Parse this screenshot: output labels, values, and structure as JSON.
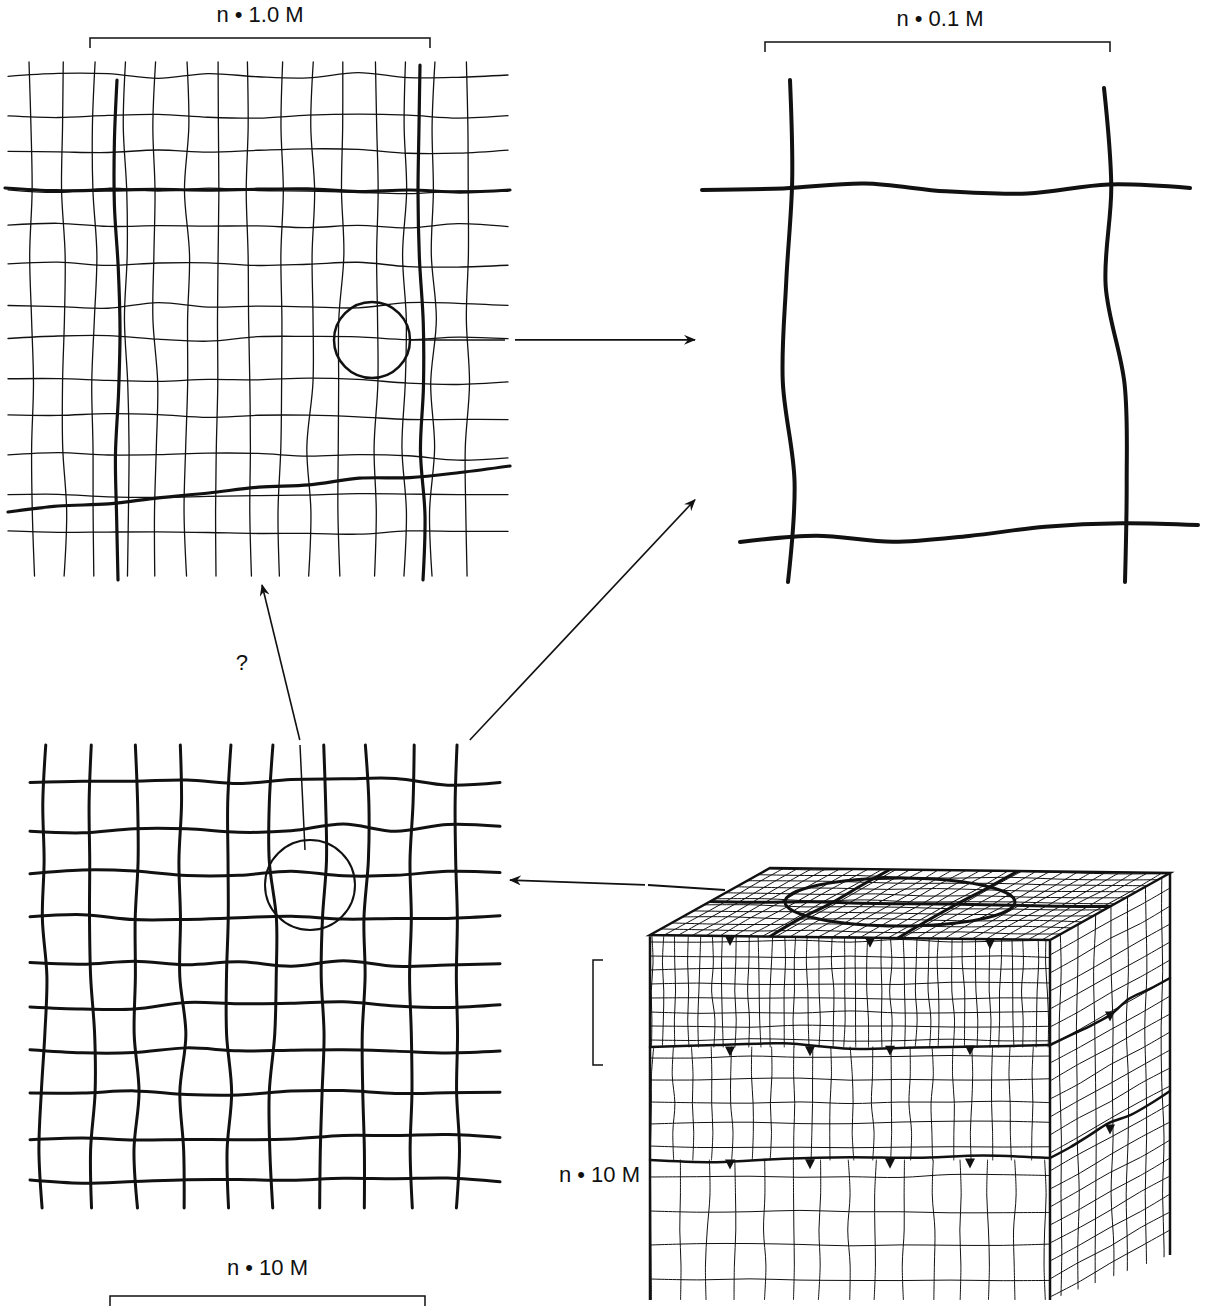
{
  "diagram": {
    "nodes": [
      {
        "text": [
          "n • 1.0 M"
        ]
      },
      {
        "text": [
          "n • 0.1 M"
        ]
      },
      {
        "text": [
          "n • 10 M"
        ]
      },
      {
        "text": [
          "n • 10 M"
        ]
      }
    ],
    "edges": [
      {
        "from": 0,
        "to": 1,
        "arrow": "to"
      },
      {
        "from": 2,
        "to": 1,
        "arrow": "to"
      },
      {
        "from": 2,
        "to": 0,
        "arrow": "to",
        "label": "?"
      },
      {
        "from": 3,
        "to": 2,
        "arrow": "to"
      }
    ]
  }
}
